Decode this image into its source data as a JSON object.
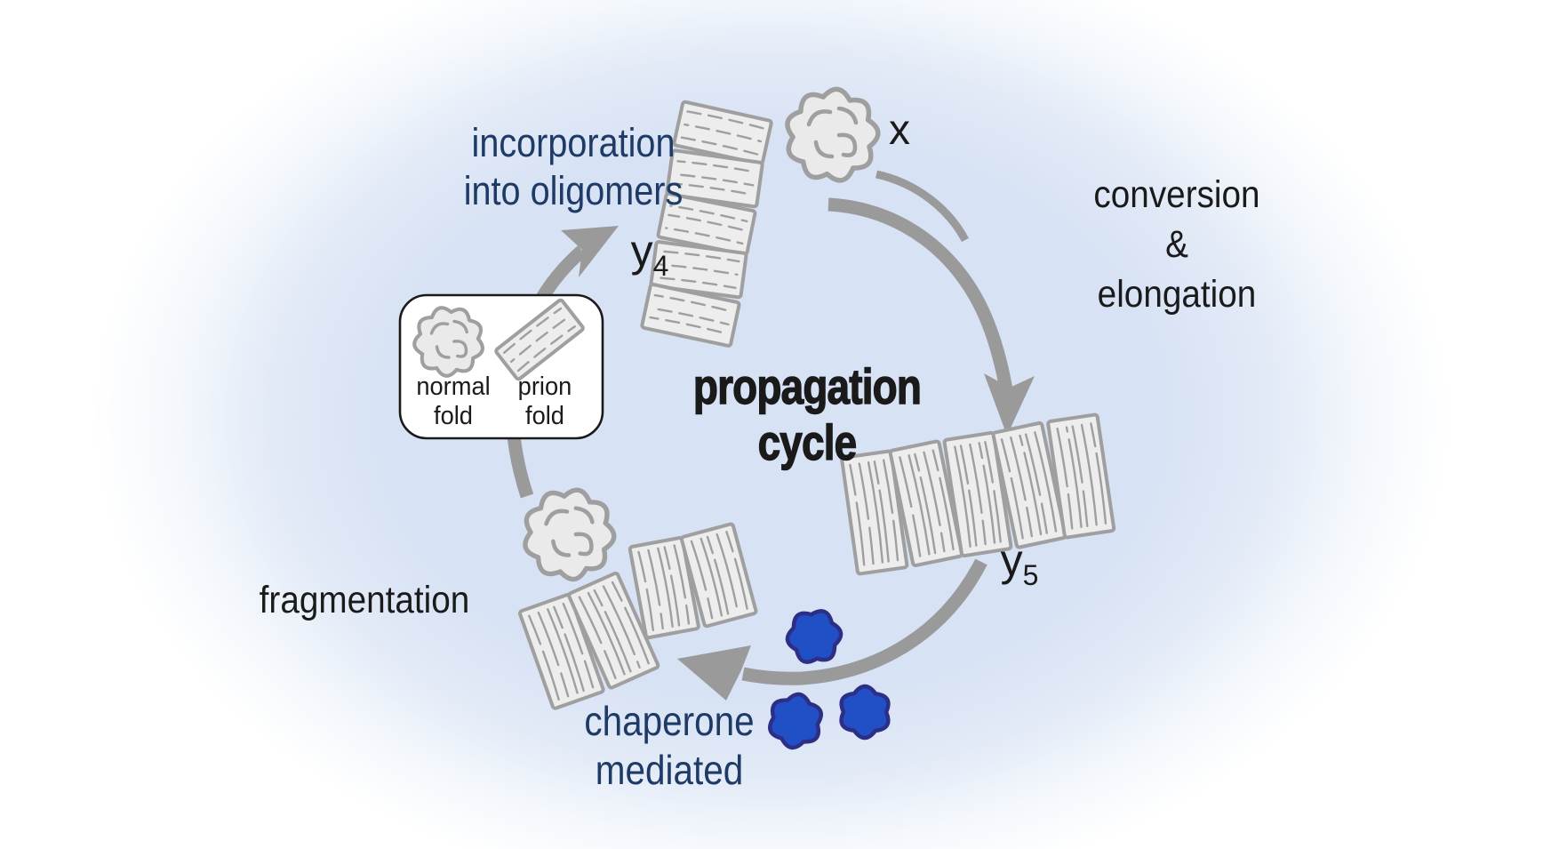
{
  "title": {
    "line1": "propagation",
    "line2": "cycle"
  },
  "steps": {
    "incorporation": {
      "line1": "incorporation",
      "line2": "into oligomers"
    },
    "conversion": {
      "line1": "conversion",
      "line2": "&",
      "line3": "elongation"
    },
    "fragmentation": {
      "line1": "fragmentation"
    },
    "chaperone": {
      "line1": "chaperone",
      "line2": "mediated"
    }
  },
  "species": {
    "x": "x",
    "y4": {
      "base": "y",
      "sub": "4"
    },
    "y5": {
      "base": "y",
      "sub": "5"
    }
  },
  "legend": {
    "normal": {
      "line1": "normal",
      "line2": "fold"
    },
    "prion": {
      "line1": "prion",
      "line2": "fold"
    }
  },
  "colors": {
    "navy_text": "#1e3a66",
    "ink_text": "#1a1a1a",
    "arrow_gray": "#9a9a9a",
    "shape_fill": "#ededed",
    "shape_stroke": "#9f9f9f",
    "chaperone_fill": "#2150c6",
    "chaperone_stroke": "#2c2f85",
    "background_blue": "#d7e2f4"
  }
}
